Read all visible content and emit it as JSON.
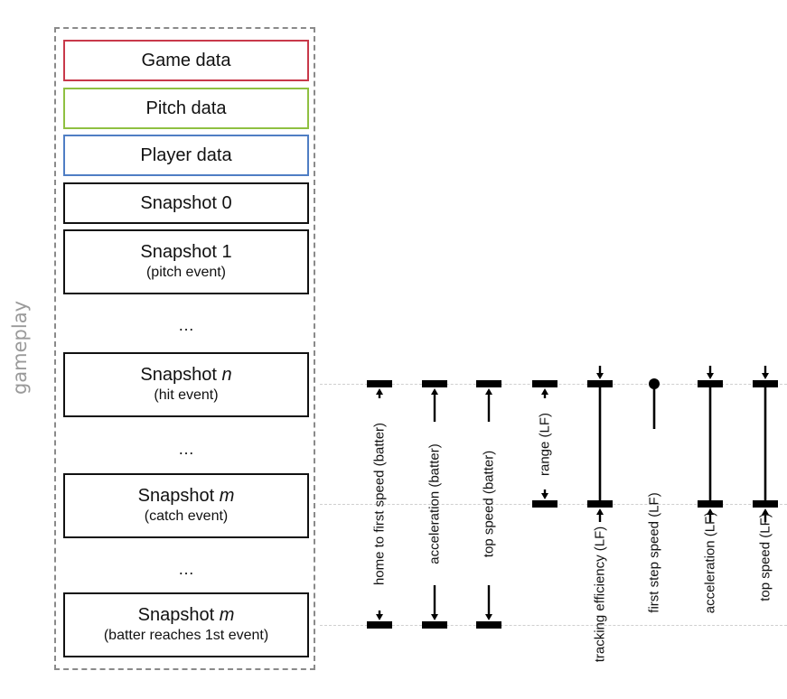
{
  "gameplay_label": "gameplay",
  "boxes": {
    "game_data": "Game data",
    "pitch_data": "Pitch data",
    "player_data": "Player data",
    "snapshot0": "Snapshot 0",
    "snapshot1": {
      "title": "Snapshot 1",
      "sub": "(pitch event)"
    },
    "snapshot_n": {
      "title": "Snapshot ",
      "var": "n",
      "sub": "(hit event)"
    },
    "snapshot_m_catch": {
      "title": "Snapshot ",
      "var": "m",
      "sub": "(catch event)"
    },
    "snapshot_m_batter": {
      "title": "Snapshot ",
      "var": "m",
      "sub": "(batter reaches 1st event)"
    }
  },
  "ellipsis": "…",
  "metrics": [
    {
      "label": "home to first speed (batter)",
      "span": "hit-to-batter",
      "marker": "arrows-in"
    },
    {
      "label": "acceleration (batter)",
      "span": "hit-to-batter",
      "marker": "arrows-out"
    },
    {
      "label": "top speed (batter)",
      "span": "hit-to-batter",
      "marker": "arrows-out"
    },
    {
      "label": "range (LF)",
      "span": "hit-to-catch",
      "marker": "arrows-in"
    },
    {
      "label": "tracking efficiency (LF)",
      "span": "hit-to-catch",
      "marker": "arrows-in"
    },
    {
      "label": "first step speed (LF)",
      "span": "hit-point",
      "marker": "dot"
    },
    {
      "label": "acceleration (LF)",
      "span": "hit-to-catch",
      "marker": "arrows-in"
    },
    {
      "label": "top speed (LF)",
      "span": "hit-to-catch",
      "marker": "arrows-in"
    }
  ]
}
